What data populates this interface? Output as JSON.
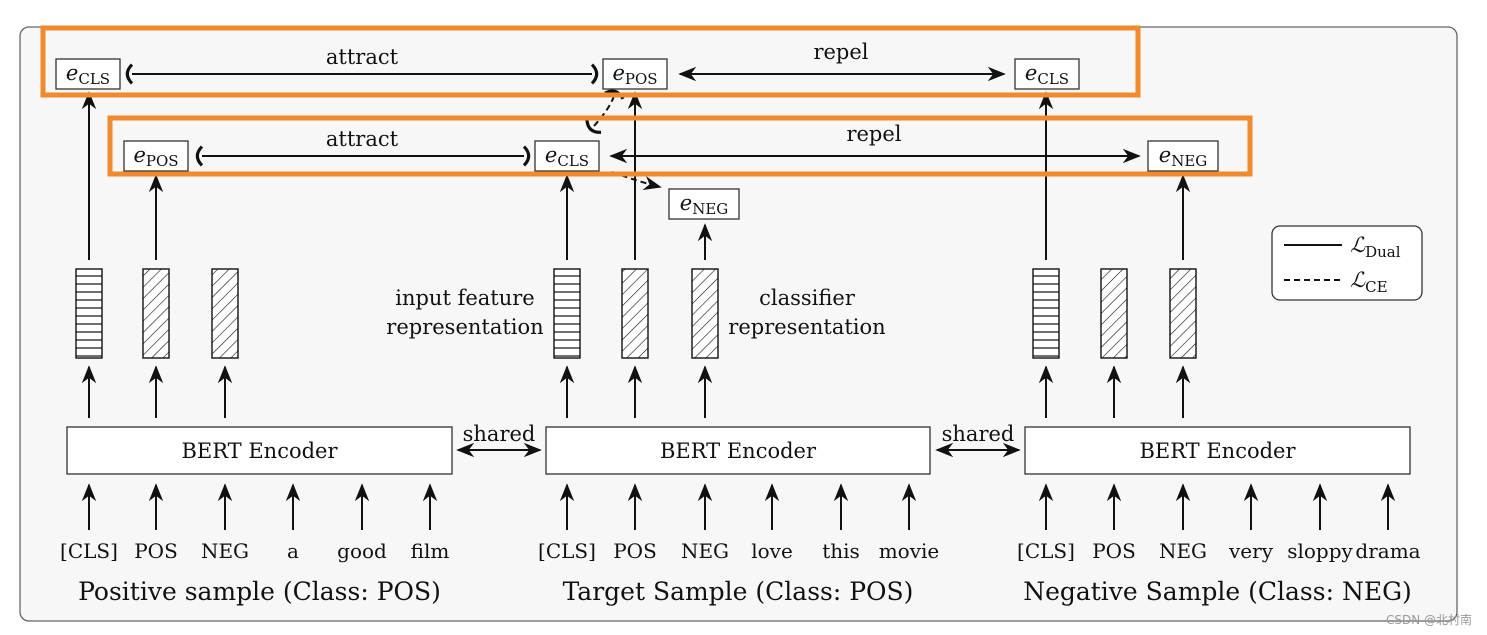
{
  "colors": {
    "highlight": "#f08a2e",
    "panel_bg": "#f7f7f7",
    "stroke": "#111111"
  },
  "labels": {
    "attract": "attract",
    "repel": "repel",
    "shared": "shared",
    "bert": "BERT Encoder",
    "input_feature": [
      "input feature",
      "representation"
    ],
    "classifier": [
      "classifier",
      "representation"
    ]
  },
  "embeddings": {
    "e": "e",
    "cls": "CLS",
    "pos": "POS",
    "neg": "NEG"
  },
  "legend": {
    "L": "ℒ",
    "dual": "Dual",
    "ce": "CE"
  },
  "samples": [
    {
      "tokens": [
        "[CLS]",
        "POS",
        "NEG",
        "a",
        "good",
        "film"
      ],
      "caption": "Positive sample (Class: POS)"
    },
    {
      "tokens": [
        "[CLS]",
        "POS",
        "NEG",
        "love",
        "this",
        "movie"
      ],
      "caption": "Target Sample (Class: POS)"
    },
    {
      "tokens": [
        "[CLS]",
        "POS",
        "NEG",
        "very",
        "sloppy",
        "drama"
      ],
      "caption": "Negative Sample (Class: NEG)"
    }
  ],
  "watermark": "CSDN @北村南"
}
